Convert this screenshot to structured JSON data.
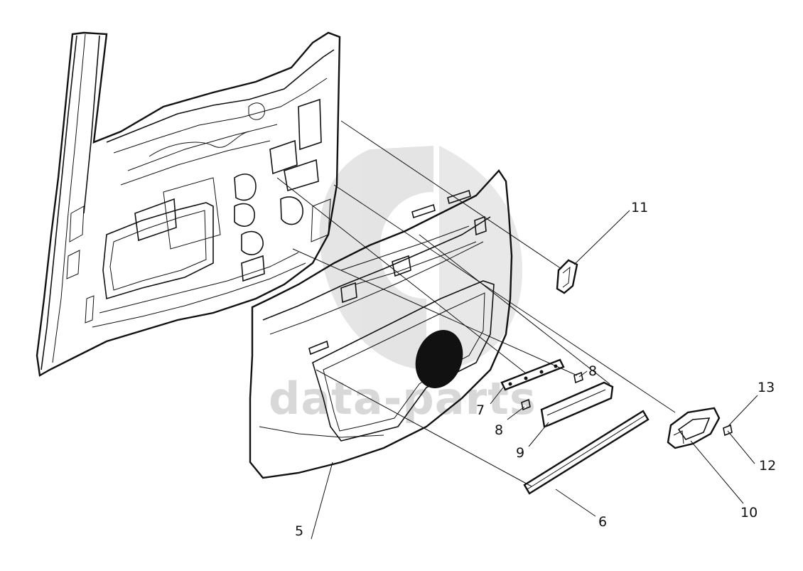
{
  "watermark": {
    "text": "data-parts",
    "color": "#cfcfcf"
  },
  "callouts": {
    "c5": "5",
    "c6": "6",
    "c7": "7",
    "c8a": "8",
    "c8b": "8",
    "c9": "9",
    "c10": "10",
    "c11": "11",
    "c12": "12",
    "c13": "13"
  },
  "colors": {
    "line": "#111111",
    "speaker": "#111111",
    "background": "#ffffff"
  }
}
